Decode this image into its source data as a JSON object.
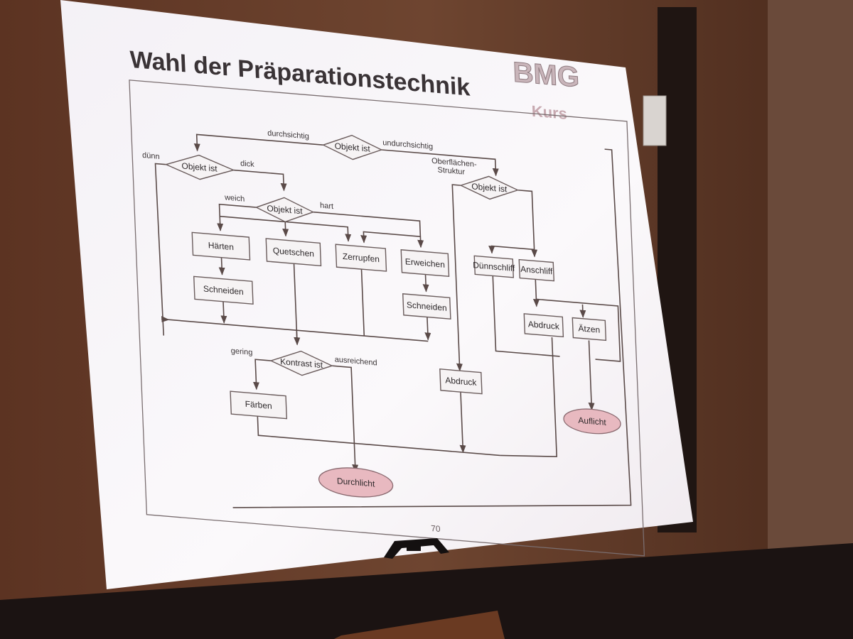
{
  "slide": {
    "title": "Wahl der Präparationstechnik",
    "logo_main": "BMG",
    "logo_sub": "Kurs",
    "page_number": "70"
  },
  "nodes": {
    "decision_top": "Objekt ist",
    "decision_left": "Objekt ist",
    "decision_mid": "Objekt ist",
    "decision_right": "Objekt ist",
    "decision_contrast": "Kontrast ist",
    "haerten": "Härten",
    "quetschen": "Quetschen",
    "zerzupfen": "Zerrupfen",
    "erweichen": "Erweichen",
    "schneiden_left": "Schneiden",
    "schneiden_right": "Schneiden",
    "duennschliff": "Dünnschliff",
    "anschliff": "Anschliff",
    "abdruck_inner": "Abdruck",
    "aetzen": "Ätzen",
    "abdruck_outer": "Abdruck",
    "faerben": "Färben",
    "durchlicht": "Durchlicht",
    "auflicht": "Auflicht"
  },
  "edge_labels": {
    "durchsichtig": "durchsichtig",
    "undurchsichtig": "undurchsichtig",
    "duenn": "dünn",
    "dick": "dick",
    "weich": "weich",
    "hart": "hart",
    "oberflaechen_1": "Oberflächen-",
    "oberflaechen_2": "Struktur",
    "gering": "gering",
    "ausreichend": "ausreichend"
  },
  "colors": {
    "terminal_fill": "#e8b9c0",
    "wall": "#5e3524",
    "screen": "#fbf9fb"
  }
}
